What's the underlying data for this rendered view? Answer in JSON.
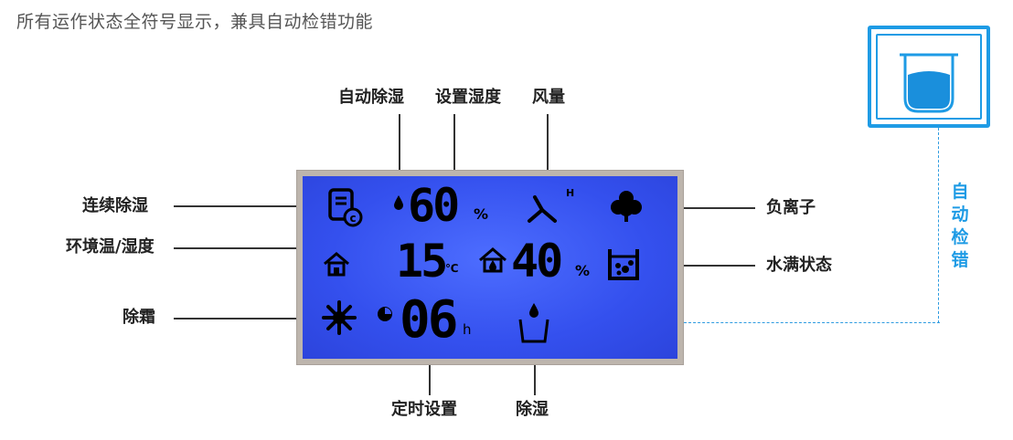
{
  "heading": "所有运作状态全符号显示，兼具自动检错功能",
  "labels": {
    "auto_dehumidify": "自动除湿",
    "set_humidity": "设置湿度",
    "fan_speed": "风量",
    "continuous_dehumidify": "连续除湿",
    "ambient_temp_humidity": "环境温/湿度",
    "defrost": "除霜",
    "timer_setting": "定时设置",
    "dehumidify": "除湿",
    "negative_ion": "负离子",
    "water_full": "水满状态"
  },
  "lcd": {
    "set_humidity_value": "60",
    "set_humidity_unit": "%",
    "fan_level": "H",
    "ambient_temp_value": "15",
    "ambient_temp_unit": "℃",
    "ambient_humidity_value": "40",
    "ambient_humidity_unit": "%",
    "timer_value": "06",
    "timer_unit": "h"
  },
  "self_check_label": "自动检错",
  "colors": {
    "lcd_background": "#3450ee",
    "frame": "#bdb5ad",
    "accent_blue": "#1e9be5",
    "water_blue": "#1a8fdc"
  },
  "icons": {
    "continuous": "continuous-dehumidify-icon",
    "droplet": "droplet-icon",
    "fan": "fan-icon",
    "negative_ion": "tree-icon",
    "home": "home-icon",
    "water_tank": "water-tank-icon",
    "defrost": "snowflake-icon",
    "clock": "clock-icon",
    "cup": "dehumidify-cup-icon"
  }
}
